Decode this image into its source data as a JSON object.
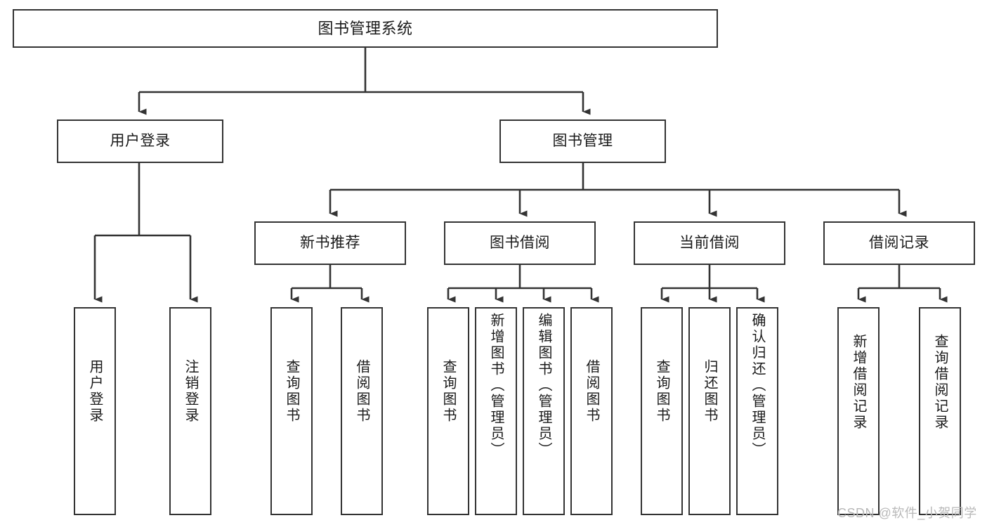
{
  "diagram": {
    "type": "tree-hierarchy-chart",
    "title": "图书管理系统",
    "colors": {
      "box_border": "#333333",
      "box_fill": "#ffffff",
      "connector": "#333333",
      "text": "#1a1a1a",
      "watermark": "#b9b9b9",
      "background": "#ffffff"
    },
    "root": {
      "label": "图书管理系统"
    },
    "level1": [
      {
        "label": "用户登录"
      },
      {
        "label": "图书管理"
      }
    ],
    "level2": [
      {
        "label": "新书推荐"
      },
      {
        "label": "图书借阅"
      },
      {
        "label": "当前借阅"
      },
      {
        "label": "借阅记录"
      }
    ],
    "leaves": {
      "user_login": [
        {
          "label": "用户登录"
        },
        {
          "label": "注销登录"
        }
      ],
      "new_book_recommend": [
        {
          "label": "查询图书"
        },
        {
          "label": "借阅图书"
        }
      ],
      "book_borrow": [
        {
          "label": "查询图书"
        },
        {
          "label": "新增图书（管理员）"
        },
        {
          "label": "编辑图书（管理员）"
        },
        {
          "label": "借阅图书"
        }
      ],
      "current_borrow": [
        {
          "label": "查询图书"
        },
        {
          "label": "归还图书"
        },
        {
          "label": "确认归还（管理员）"
        }
      ],
      "borrow_record": [
        {
          "label": "新增借阅记录"
        },
        {
          "label": "查询借阅记录"
        }
      ]
    },
    "watermark": "CSDN @软件_小贺同学"
  }
}
